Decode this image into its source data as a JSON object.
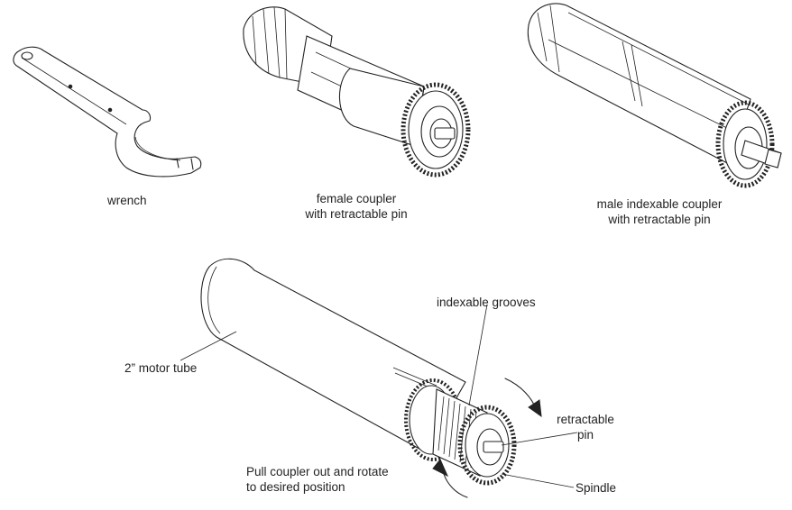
{
  "labels": {
    "wrench": "wrench",
    "female_line1": "female coupler",
    "female_line2": "with retractable pin",
    "male_line1": "male indexable coupler",
    "male_line2": "with retractable pin",
    "indexable_grooves": "indexable grooves",
    "motor_tube": "2” motor tube",
    "retractable_line1": "retractable",
    "retractable_line2": "pin",
    "pull_line1": "Pull coupler out and rotate",
    "pull_line2": "to desired position",
    "spindle": "Spindle"
  }
}
